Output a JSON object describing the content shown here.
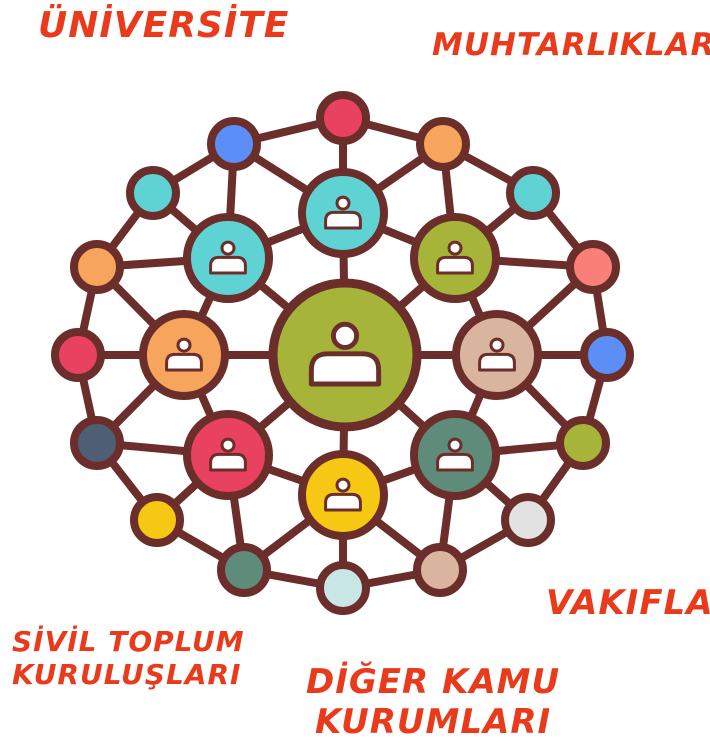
{
  "labels": {
    "universite": "ÜNİVERSİTE",
    "muhtarliklar": "MUHTARLIKLAR",
    "vakiflar": "VAKIFLAR",
    "sivil_line1": "SİVİL TOPLUM",
    "sivil_line2": "KURULUŞLARI",
    "diger_line1": "DİĞER KAMU",
    "diger_line2": "KURUMLARI"
  },
  "colors": {
    "label": "#ea3a1c",
    "outline": "#6b2e2a",
    "center_hub": "#a6b53a",
    "inner_ring": [
      "#5fd3d3",
      "#a6b53a",
      "#d9b49e",
      "#5f8c7a",
      "#f7c813",
      "#e94160",
      "#f7a45c",
      "#5fd3d3"
    ],
    "outer_ring": [
      "#e94160",
      "#f7a45c",
      "#5fd3d3",
      "#f98079",
      "#5b8ff7",
      "#a6b53a",
      "#e2e2e2",
      "#d9b49e",
      "#c9e6e6",
      "#5f8c7a",
      "#f7c813",
      "#4f5f73",
      "#e94160",
      "#f7a45c",
      "#5fd3d3",
      "#5b8ff7"
    ]
  },
  "icons": {
    "center": "person-icon",
    "inner": "person-icon",
    "outer": "plain-dot"
  }
}
